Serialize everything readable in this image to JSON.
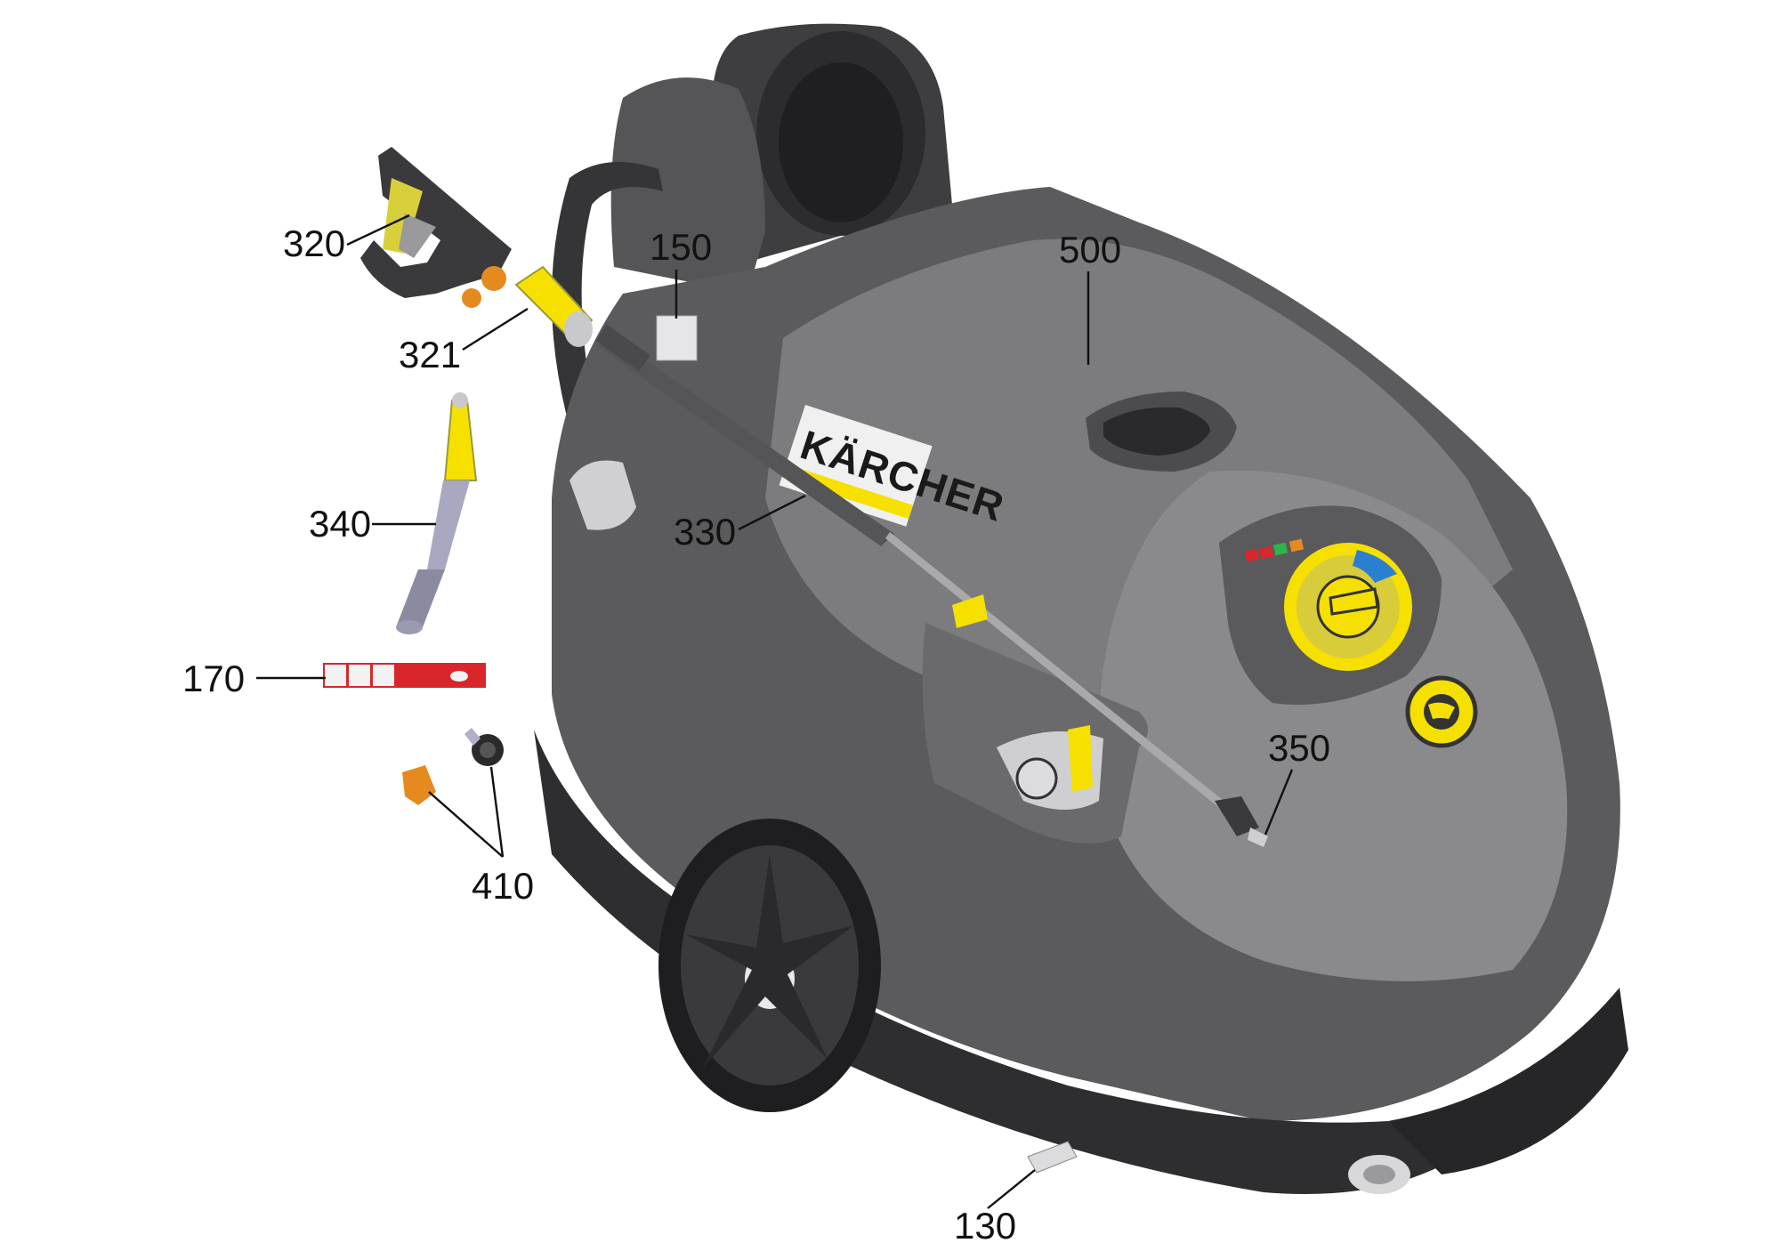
{
  "brand": {
    "name": "KÄRCHER",
    "colors": {
      "yellow": "#f5e000",
      "body_dark": "#4a4a4c",
      "body_mid": "#7a7a7c",
      "body_light": "#9a9a9c",
      "red": "#d9262b",
      "orange": "#e58a1f"
    }
  },
  "callouts": [
    {
      "id": "320",
      "label": "320"
    },
    {
      "id": "321",
      "label": "321"
    },
    {
      "id": "150",
      "label": "150"
    },
    {
      "id": "500",
      "label": "500"
    },
    {
      "id": "330",
      "label": "330"
    },
    {
      "id": "340",
      "label": "340"
    },
    {
      "id": "170",
      "label": "170"
    },
    {
      "id": "350",
      "label": "350"
    },
    {
      "id": "410",
      "label": "410"
    },
    {
      "id": "130",
      "label": "130"
    }
  ],
  "indicator_lights": [
    "#d9262b",
    "#2fb34a",
    "#e58a1f"
  ]
}
